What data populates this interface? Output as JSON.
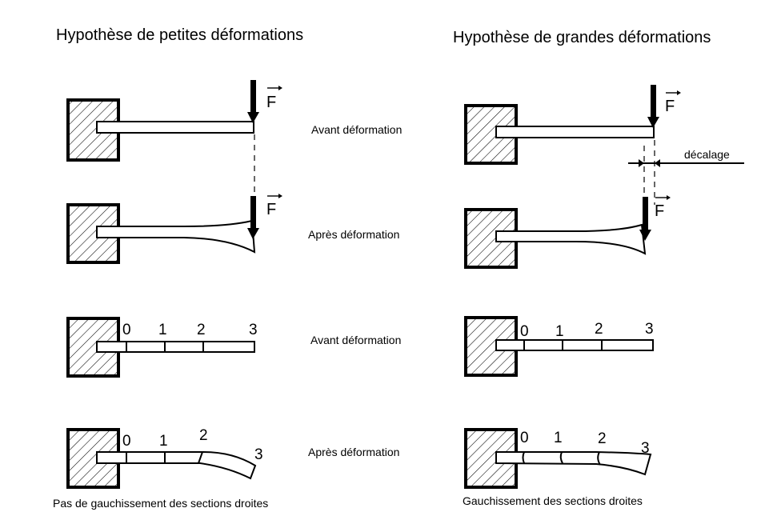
{
  "titles": {
    "left": "Hypothèse de petites déformations",
    "right": "Hypothèse de grandes déformations"
  },
  "row_labels": {
    "row1": "Avant déformation",
    "row2": "Après déformation",
    "row3": "Avant déformation",
    "row4": "Après déformation"
  },
  "force_label": "F",
  "offset_label": "décalage",
  "section_numbers": [
    "0",
    "1",
    "2",
    "3"
  ],
  "captions": {
    "left": "Pas de gauchissement des sections droites",
    "right": "Gauchissement des sections droites"
  },
  "colors": {
    "ink": "#000000",
    "background": "#ffffff"
  }
}
